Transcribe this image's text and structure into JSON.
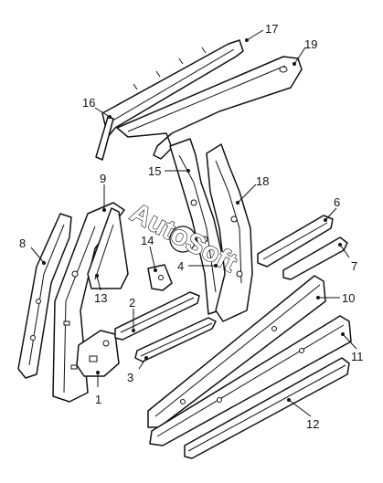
{
  "diagram": {
    "callouts": [
      "1",
      "2",
      "3",
      "4",
      "6",
      "7",
      "8",
      "9",
      "10",
      "11",
      "12",
      "13",
      "14",
      "15",
      "16",
      "17",
      "18",
      "19"
    ],
    "watermark": {
      "text": "AutoSoft"
    }
  }
}
